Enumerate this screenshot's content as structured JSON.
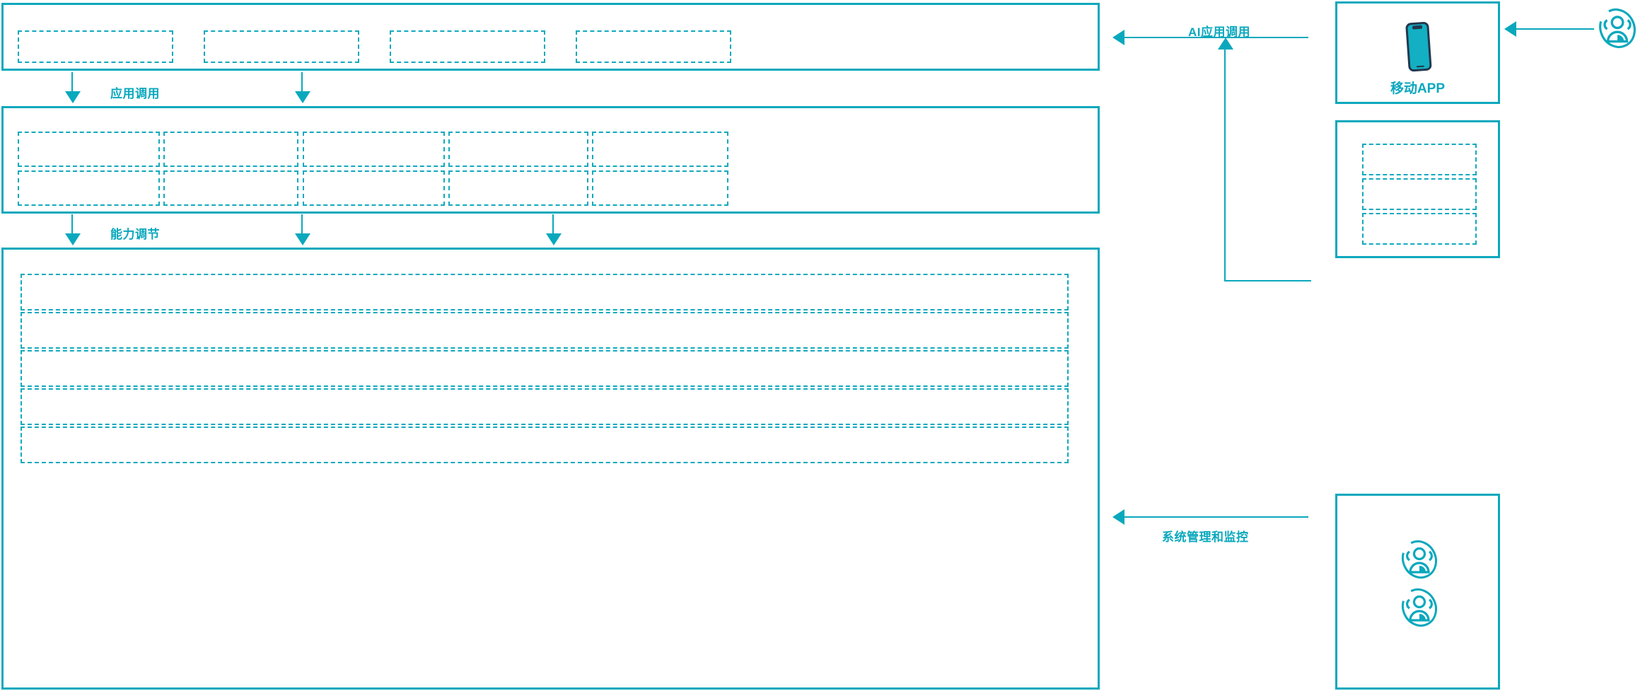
{
  "theme": {
    "accent": "#0aa8bd",
    "dash_color": "#12a9bd",
    "icon_teal": "#12b0c2",
    "icon_navy": "#23384f",
    "background": "#ffffff"
  },
  "diagram": {
    "type": "layered-architecture",
    "left_stack": {
      "panels": [
        {
          "name": "application-layer",
          "slot_count": 4,
          "layout": "single-row",
          "slots": [
            {
              "label": ""
            },
            {
              "label": ""
            },
            {
              "label": ""
            },
            {
              "label": ""
            }
          ]
        },
        {
          "name": "capability-layer",
          "slot_count": 10,
          "layout": "five-column-two-row",
          "slots": [
            {
              "label": ""
            },
            {
              "label": ""
            },
            {
              "label": ""
            },
            {
              "label": ""
            },
            {
              "label": ""
            },
            {
              "label": ""
            },
            {
              "label": ""
            },
            {
              "label": ""
            },
            {
              "label": ""
            },
            {
              "label": ""
            }
          ]
        },
        {
          "name": "platform-layer",
          "slot_count": 5,
          "layout": "stacked-rows",
          "slots": [
            {
              "label": ""
            },
            {
              "label": ""
            },
            {
              "label": ""
            },
            {
              "label": ""
            },
            {
              "label": ""
            }
          ]
        }
      ]
    },
    "right_stack": {
      "panels": [
        {
          "name": "mobile-app-panel",
          "caption": "移动APP",
          "icon": "smartphone-icon"
        },
        {
          "name": "channel-panel",
          "caption": "",
          "slot_count": 3,
          "slots": [
            {
              "label": ""
            },
            {
              "label": ""
            },
            {
              "label": ""
            }
          ]
        },
        {
          "name": "operations-panel",
          "caption": "",
          "icons": [
            "user-group-icon",
            "user-group-icon"
          ]
        }
      ]
    },
    "actors": [
      {
        "name": "external-user",
        "icon": "user-group-icon"
      }
    ],
    "flows": [
      {
        "name": "app-invoke-flow",
        "label": "应用调用",
        "direction": "down"
      },
      {
        "name": "capability-adjust-flow",
        "label": "能力调节",
        "direction": "down"
      },
      {
        "name": "ai-app-invoke-flow",
        "label": "AI应用调用",
        "direction": "left"
      },
      {
        "name": "system-admin-monitor-flow",
        "label": "系统管理和监控",
        "direction": "left"
      }
    ]
  }
}
